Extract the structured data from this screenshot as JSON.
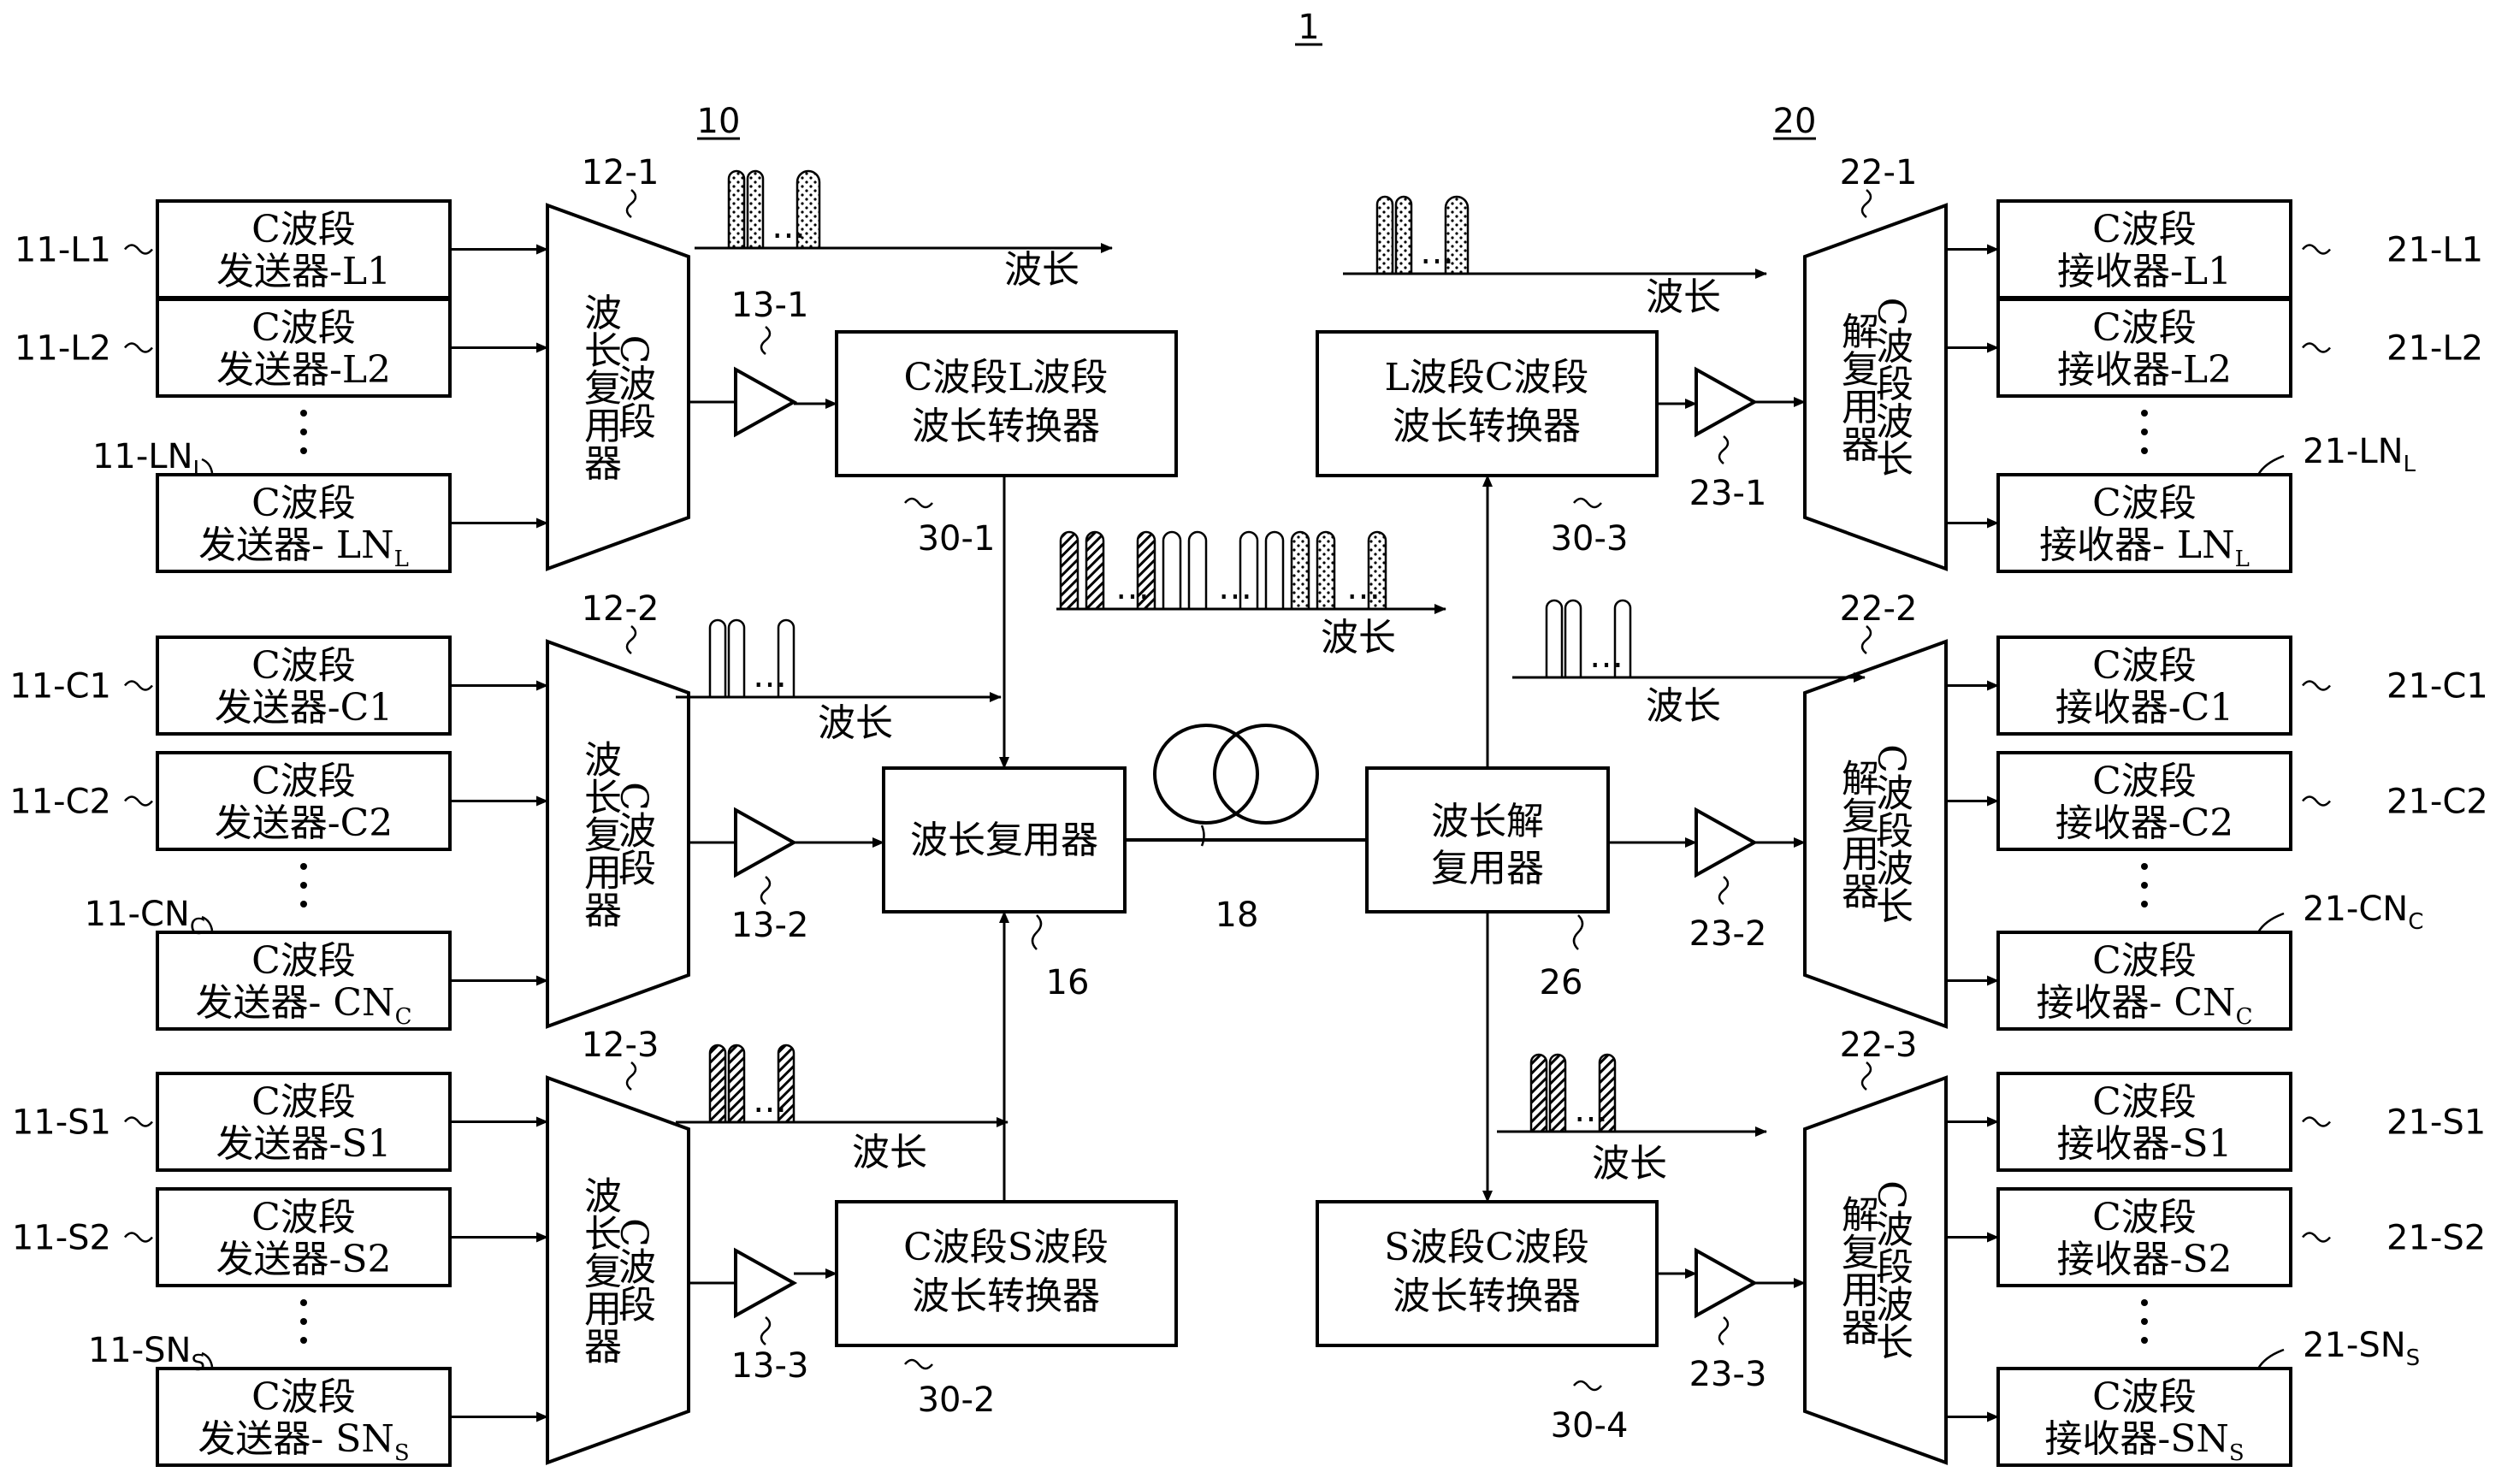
{
  "figure_number": "1",
  "transmit_side": "10",
  "receive_side": "20",
  "fiber_label": "18",
  "wavelength_word": "波长",
  "ellipsis": "…",
  "tx_groups": [
    {
      "ids": [
        "11-L1",
        "11-L2",
        "11-LN",
        "L"
      ],
      "lines": [
        [
          "C波段",
          "发送器-L1"
        ],
        [
          "C波段",
          "发送器-L2"
        ],
        [
          "C波段",
          "发送器- LN",
          "L"
        ]
      ],
      "mux_id": "12-1",
      "mux_text": [
        "C波段",
        "波长复用器"
      ],
      "amp_id": "13-1",
      "conv_lines": [
        "C波段L波段",
        "波长转换器"
      ],
      "conv_id": "30-1"
    },
    {
      "ids": [
        "11-C1",
        "11-C2",
        "11-CN",
        "C"
      ],
      "lines": [
        [
          "C波段",
          "发送器-C1"
        ],
        [
          "C波段",
          "发送器-C2"
        ],
        [
          "C波段",
          "发送器- CN",
          "C"
        ]
      ],
      "mux_id": "12-2",
      "mux_text": [
        "C波段",
        "波长复用器"
      ],
      "amp_id": "13-2"
    },
    {
      "ids": [
        "11-S1",
        "11-S2",
        "11-SN",
        "S"
      ],
      "lines": [
        [
          "C波段",
          "发送器-S1"
        ],
        [
          "C波段",
          "发送器-S2"
        ],
        [
          "C波段",
          "发送器- SN",
          "S"
        ]
      ],
      "mux_id": "12-3",
      "mux_text": [
        "C波段",
        "波长复用器"
      ],
      "amp_id": "13-3",
      "conv_lines": [
        "C波段S波段",
        "波长转换器"
      ],
      "conv_id": "30-2"
    }
  ],
  "wdm_mux": {
    "text": "波长复用器",
    "id": "16"
  },
  "wdm_demux": {
    "text": [
      "波长解",
      "复用器"
    ],
    "id": "26"
  },
  "rx_groups": [
    {
      "ids": [
        "21-L1",
        "21-L2",
        "21-LN",
        "L"
      ],
      "lines": [
        [
          "C波段",
          "接收器-L1"
        ],
        [
          "C波段",
          "接收器-L2"
        ],
        [
          "C波段",
          "接收器- LN",
          "L"
        ]
      ],
      "demux_id": "22-1",
      "demux_text": [
        "C波段波长",
        "解复用器"
      ],
      "amp_id": "23-1",
      "conv_lines": [
        "L波段C波段",
        "波长转换器"
      ],
      "conv_id": "30-3"
    },
    {
      "ids": [
        "21-C1",
        "21-C2",
        "21-CN",
        "C"
      ],
      "lines": [
        [
          "C波段",
          "接收器-C1"
        ],
        [
          "C波段",
          "接收器-C2"
        ],
        [
          "C波段",
          "接收器- CN",
          "C"
        ]
      ],
      "demux_id": "22-2",
      "demux_text": [
        "C波段波长",
        "解复用器"
      ],
      "amp_id": "23-2"
    },
    {
      "ids": [
        "21-S1",
        "21-S2",
        "21-SN",
        "S"
      ],
      "lines": [
        [
          "C波段",
          "接收器-S1"
        ],
        [
          "C波段",
          "接收器-S2"
        ],
        [
          "C波段",
          "接收器-SN",
          "S"
        ]
      ],
      "demux_id": "22-3",
      "demux_text": [
        "C波段波长",
        "解复用器"
      ],
      "amp_id": "23-3",
      "conv_lines": [
        "S波段C波段",
        "波长转换器"
      ],
      "conv_id": "30-4"
    }
  ],
  "colors": {
    "line": "#000000",
    "background": "#ffffff"
  }
}
